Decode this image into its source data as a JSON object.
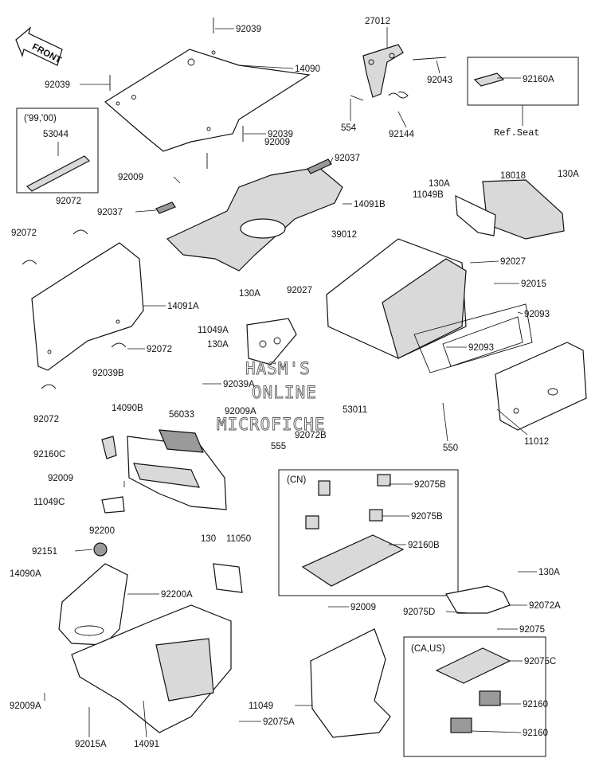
{
  "diagram": {
    "watermark": [
      "HASM'S",
      "ONLINE",
      "MICROFICHE"
    ],
    "front_arrow": "FRONT",
    "boxes": {
      "years_label": "('99,'00)",
      "ref_seat": "Ref.Seat",
      "cn": "(CN)",
      "ca_us": "(CA,US)"
    },
    "labels": [
      "92039",
      "14090",
      "27012",
      "92043",
      "92160A",
      "92039",
      "554",
      "92144",
      "92009",
      "92039",
      "53044",
      "92037",
      "92009",
      "130A",
      "18018",
      "130A",
      "14091B",
      "11049B",
      "92037",
      "92072",
      "92072",
      "39012",
      "92027",
      "130A",
      "92027",
      "92015",
      "14091A",
      "11049A",
      "92093",
      "130A",
      "92093",
      "92072",
      "92039B",
      "92039A",
      "92009A",
      "53011",
      "14090B",
      "56033",
      "92072",
      "555",
      "92072B",
      "550",
      "92160C",
      "11012",
      "92009",
      "92075B",
      "11049C",
      "92075B",
      "92200",
      "92160B",
      "92151",
      "130",
      "11050",
      "14090A",
      "92200A",
      "130A",
      "92009",
      "92072A",
      "92075D",
      "92075",
      "92075C",
      "11049",
      "92160",
      "92009A",
      "92075A",
      "92160",
      "92015A",
      "14091"
    ]
  }
}
